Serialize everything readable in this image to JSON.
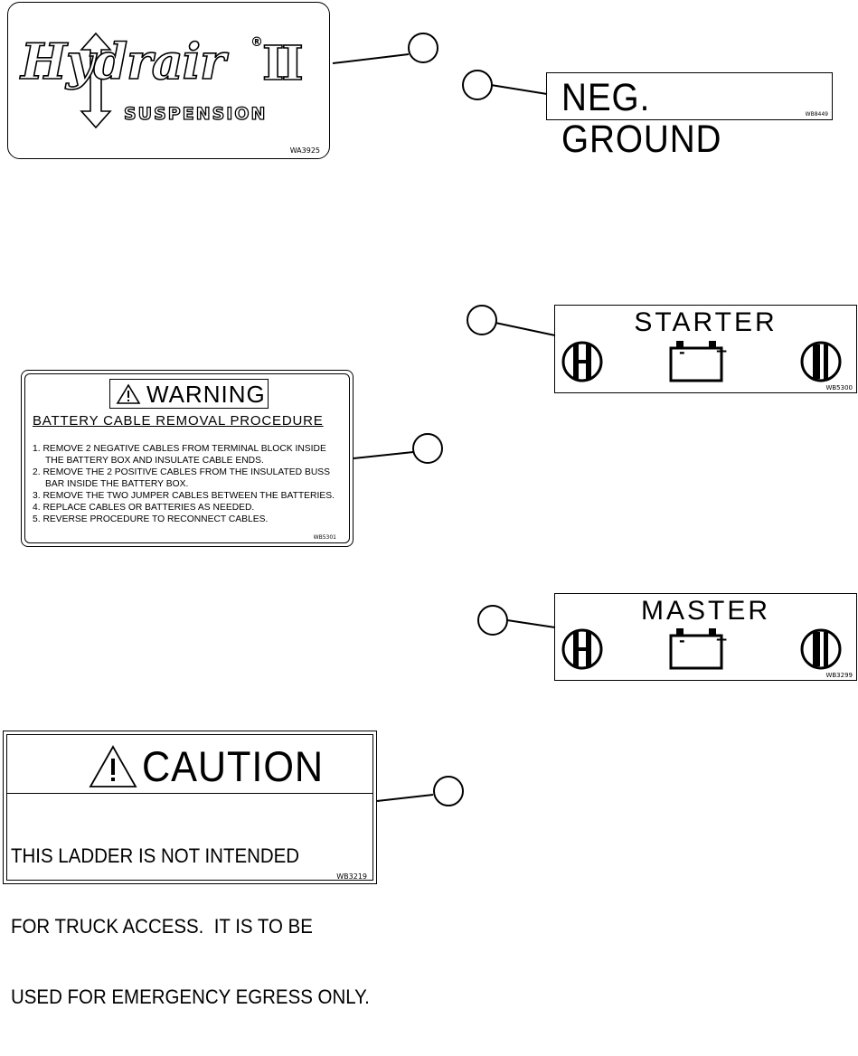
{
  "decals": {
    "hydrair": {
      "logo_text": "Hydrair",
      "logo_mark": "II",
      "registered": "®",
      "subtitle": "SUSPENSION",
      "code": "WA3925"
    },
    "neg_ground": {
      "label": "NEG. GROUND",
      "code": "WB8449"
    },
    "starter": {
      "title": "STARTER",
      "minus": "-",
      "plus": "+",
      "code": "WB5300"
    },
    "warning": {
      "title": "WARNING",
      "subtitle": "BATTERY CABLE REMOVAL PROCEDURE",
      "steps": [
        "1. REMOVE 2 NEGATIVE CABLES FROM TERMINAL BLOCK INSIDE",
        "THE BATTERY BOX AND INSULATE CABLE ENDS.",
        "2. REMOVE THE 2 POSITIVE CABLES FROM THE INSULATED BUSS",
        "BAR INSIDE THE BATTERY BOX.",
        "3. REMOVE THE TWO JUMPER CABLES BETWEEN THE BATTERIES.",
        "4. REPLACE CABLES OR BATTERIES AS NEEDED.",
        "5. REVERSE PROCEDURE TO RECONNECT CABLES."
      ],
      "code": "WB5301"
    },
    "master": {
      "title": "MASTER",
      "minus": "-",
      "plus": "+",
      "code": "WB3299"
    },
    "caution": {
      "title": "CAUTION",
      "lines": [
        "THIS LADDER IS NOT INTENDED",
        "FOR TRUCK ACCESS.  IT IS TO BE",
        "USED FOR EMERGENCY EGRESS ONLY."
      ],
      "code": "WB3219"
    }
  },
  "icons": {
    "warning": "warning-triangle-icon",
    "battery": "battery-icon",
    "switch_off": "switch-off-icon",
    "switch_on": "switch-on-icon",
    "arrow": "up-down-arrow-icon"
  }
}
